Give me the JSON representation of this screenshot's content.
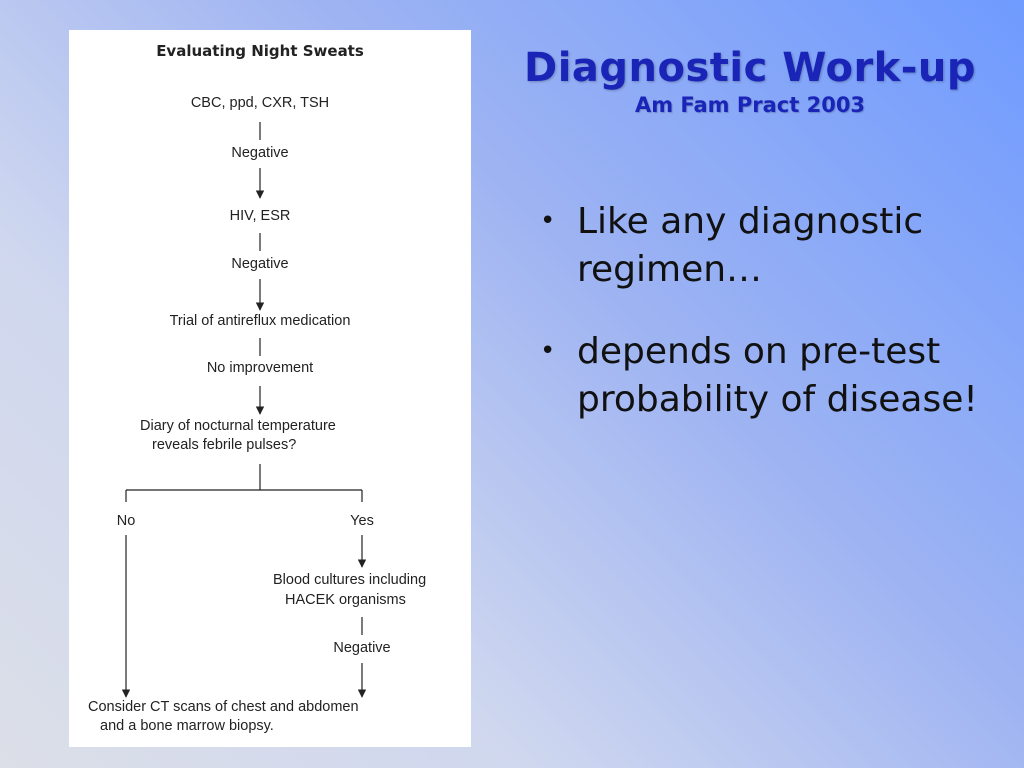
{
  "slide": {
    "title": "Diagnostic Work-up",
    "subtitle": "Am Fam Pract 2003",
    "bullets": [
      {
        "marker": "•",
        "text": "Like any diagnostic regimen…"
      },
      {
        "marker": "•",
        "text": "depends on pre-test probability of disease!"
      }
    ]
  },
  "flowchart": {
    "title": "Evaluating Night Sweats",
    "step1": "CBC, ppd, CXR, TSH",
    "result1": "Negative",
    "step2": "HIV, ESR",
    "result2": "Negative",
    "step3": "Trial of antireflux medication",
    "result3": "No improvement",
    "step4_line1": "Diary of nocturnal temperature",
    "step4_line2": "reveals febrile pulses?",
    "branch_no": "No",
    "branch_yes": "Yes",
    "yes_step_line1": "Blood cultures including",
    "yes_step_line2": "HACEK organisms",
    "yes_result": "Negative",
    "final_line1": "Consider CT scans of chest and abdomen",
    "final_line2": "and a bone marrow biopsy."
  },
  "colors": {
    "title": "#1a25b8",
    "text": "#111111",
    "panel": "#ffffff"
  }
}
